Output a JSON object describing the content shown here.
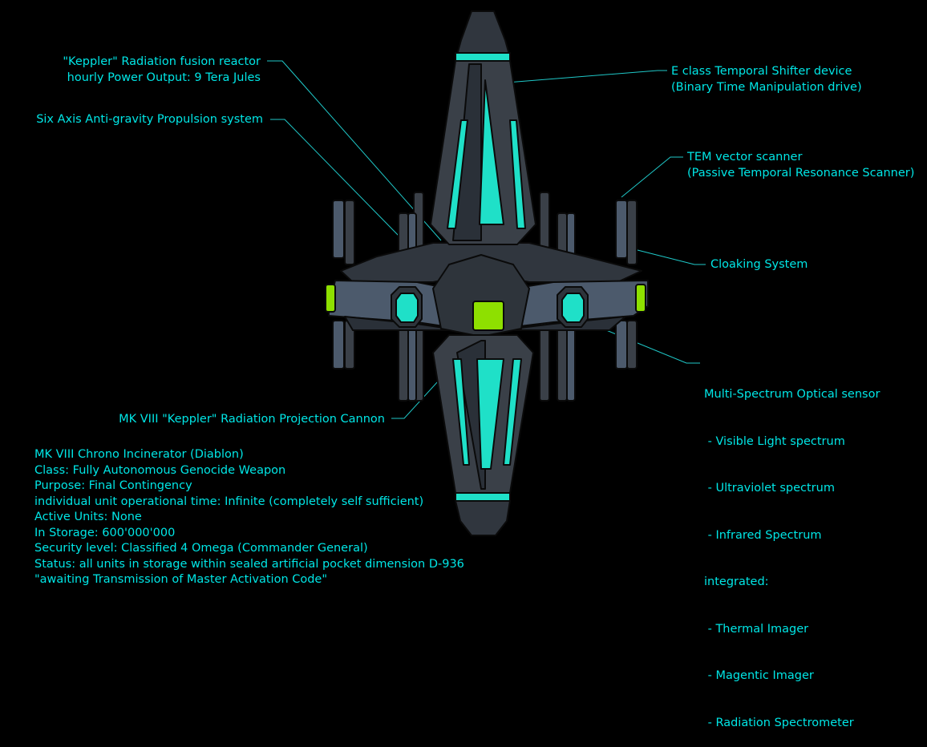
{
  "labels": {
    "reactor": [
      "\"Keppler\" Radiation fusion reactor",
      "hourly Power Output: 9 Tera Jules"
    ],
    "propulsion": [
      "Six Axis Anti-gravity Propulsion system"
    ],
    "temporal_shifter": [
      "E class Temporal Shifter device",
      "(Binary Time Manipulation drive)"
    ],
    "tem_scanner": [
      "TEM vector scanner",
      "(Passive Temporal Resonance Scanner)"
    ],
    "cloaking": [
      "Cloaking System"
    ],
    "optical_sensor": [
      "Multi-Spectrum Optical sensor",
      " - Visible Light spectrum",
      " - Ultraviolet spectrum",
      " - Infrared Spectrum",
      "integrated:",
      " - Thermal Imager",
      " - Magentic Imager",
      " - Radiation Spectrometer"
    ],
    "cannon": [
      "MK VIII \"Keppler\" Radiation Projection Cannon"
    ]
  },
  "specs": [
    "MK VIII Chrono Incinerator (Diablon)",
    "Class: Fully Autonomous Genocide Weapon",
    "Purpose: Final Contingency",
    "individual unit operational time: Infinite (completely self sufficient)",
    "Active Units: None",
    "In Storage: 600'000'000",
    "Security level: Classified 4 Omega (Commander General)",
    "Status: all units in storage within sealed artificial pocket dimension D-936",
    "\"awaiting Transmission of Master Activation Code\""
  ],
  "colors": {
    "background": "#000000",
    "text": "#00e6e6",
    "hull_dark": "#3a4048",
    "hull_blue": "#4c5a6c",
    "glow_cyan": "#1fe0c8",
    "glow_green": "#8ee000",
    "outline": "#0a0a0a"
  }
}
